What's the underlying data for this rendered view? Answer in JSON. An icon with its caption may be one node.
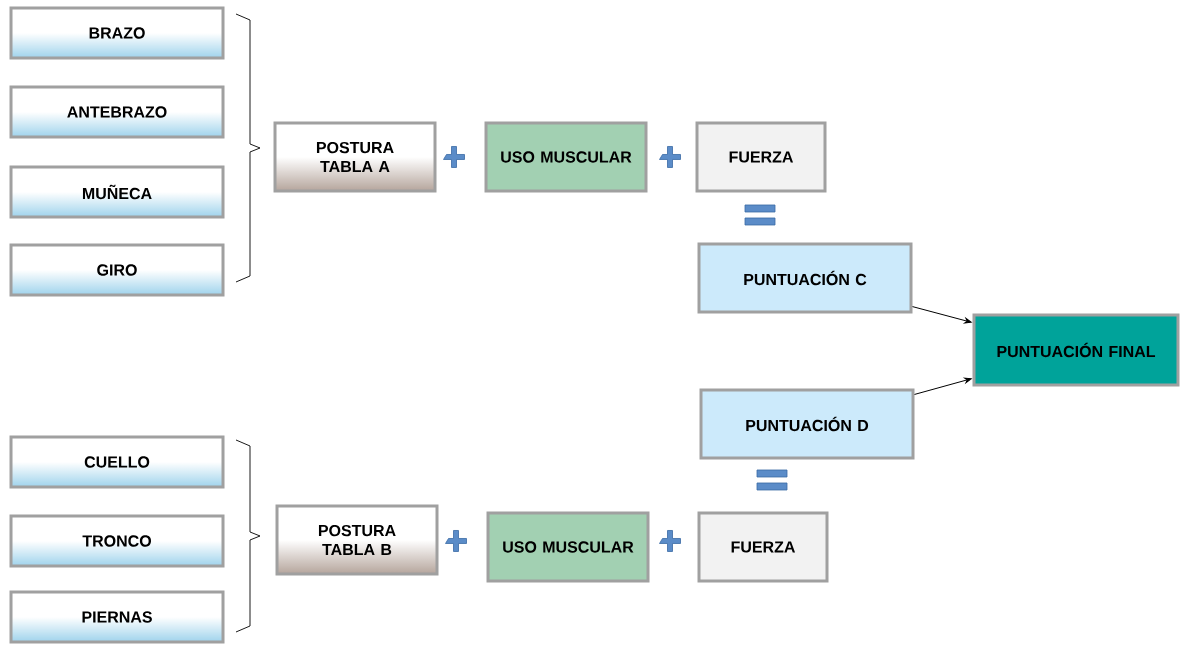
{
  "diagram": {
    "nodes": [
      {
        "text": [
          "BRAZO"
        ]
      },
      {
        "text": [
          "ANTEBRAZO"
        ]
      },
      {
        "text": [
          "MUÑECA"
        ]
      },
      {
        "text": [
          "GIRO"
        ]
      },
      {
        "text": [
          "POSTURA TABLA A"
        ]
      },
      {
        "text": [
          "USO MUSCULAR"
        ]
      },
      {
        "text": [
          "FUERZA"
        ]
      },
      {
        "text": [
          "PUNTUACIÓN C"
        ]
      },
      {
        "text": [
          "PUNTUACIÓN FINAL"
        ]
      },
      {
        "text": [
          "PUNTUACIÓN D"
        ]
      },
      {
        "text": [
          "CUELLO"
        ]
      },
      {
        "text": [
          "TRONCO"
        ]
      },
      {
        "text": [
          "PIERNAS"
        ]
      },
      {
        "text": [
          "POSTURA TABLA B"
        ]
      },
      {
        "text": [
          "USO MUSCULAR"
        ]
      },
      {
        "text": [
          "FUERZA"
        ]
      }
    ],
    "edges": [
      {
        "from": 7,
        "to": 8,
        "arrow": "to"
      },
      {
        "from": 9,
        "to": 8,
        "arrow": "to"
      }
    ]
  }
}
